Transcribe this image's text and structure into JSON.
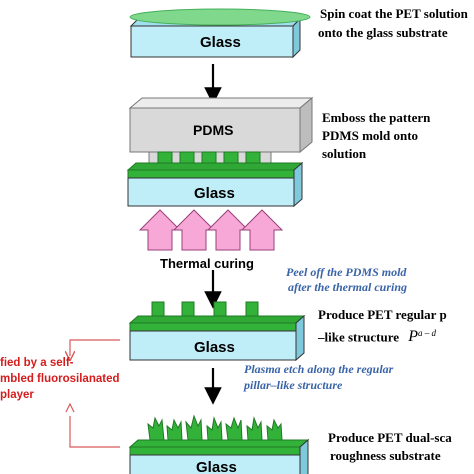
{
  "steps": {
    "spin_coat": {
      "line1": "Spin coat the PET solution",
      "line2": "onto the  glass substrate"
    },
    "emboss": {
      "line1": "Emboss  the  pattern",
      "line2": "PDMS  mold  onto",
      "line3": "solution"
    },
    "thermal_curing": "Thermal curing",
    "peel": {
      "line1": "Peel  off the PDMS mold",
      "line2": "after the thermal curing"
    },
    "produce_regular": {
      "line1": "Produce PET regular p",
      "line2": "–like structure",
      "formula": "P",
      "formula_sup": "a – d"
    },
    "plasma": {
      "line1": "Plasma etch along the regular",
      "line2": "pillar–like structure"
    },
    "produce_dual": {
      "line1": "Produce PET dual-sca",
      "line2": "roughness substrate"
    },
    "modified": {
      "line1": "fied  by  a  self-",
      "line2": "mbled  fluorosilanated",
      "line3": "player"
    }
  },
  "labels": {
    "glass": "Glass",
    "pdms": "PDMS"
  },
  "colors": {
    "glass": "#bfeef8",
    "pet": "#33b23a",
    "spin": "#7fd88b",
    "pdms": "#d9d9d9",
    "heat_arrow": "#f7a8d6",
    "red_arrow": "#d85a5a",
    "blue_text": "#3a64a8",
    "red_text": "#d41c1c"
  }
}
